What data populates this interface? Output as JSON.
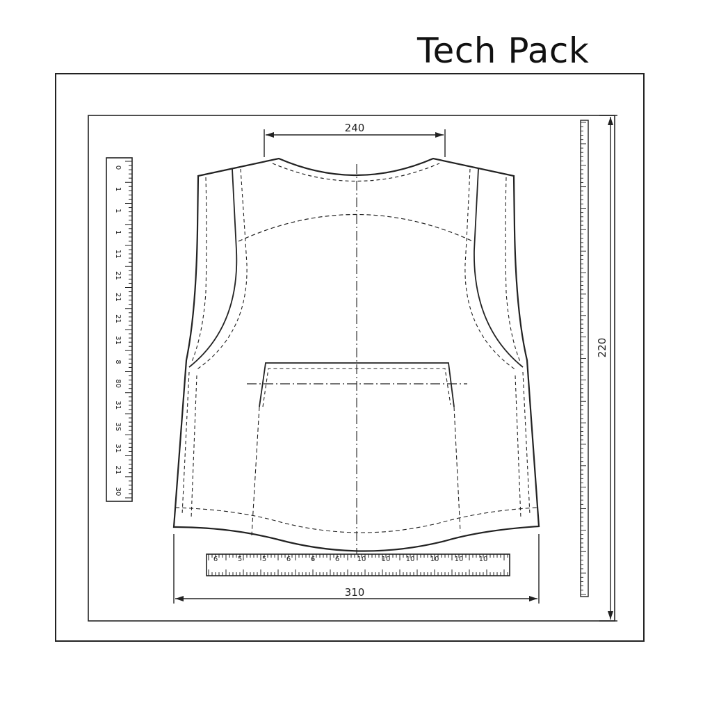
{
  "title": "Tech Pack",
  "dimensions": {
    "top_width": "240",
    "bottom_width": "310",
    "height": "220"
  },
  "left_ruler_labels": [
    "0",
    "1",
    "1",
    "1",
    "11",
    "21",
    "21",
    "21",
    "31",
    "8",
    "80",
    "31",
    "3S",
    "31",
    "21",
    "30"
  ],
  "bottom_ruler_labels": [
    "6",
    "5",
    "5",
    "6",
    "6",
    "6",
    "10",
    "10",
    "10",
    "10",
    "10",
    "10"
  ],
  "colors": {
    "line": "#222222",
    "background": "#ffffff"
  }
}
